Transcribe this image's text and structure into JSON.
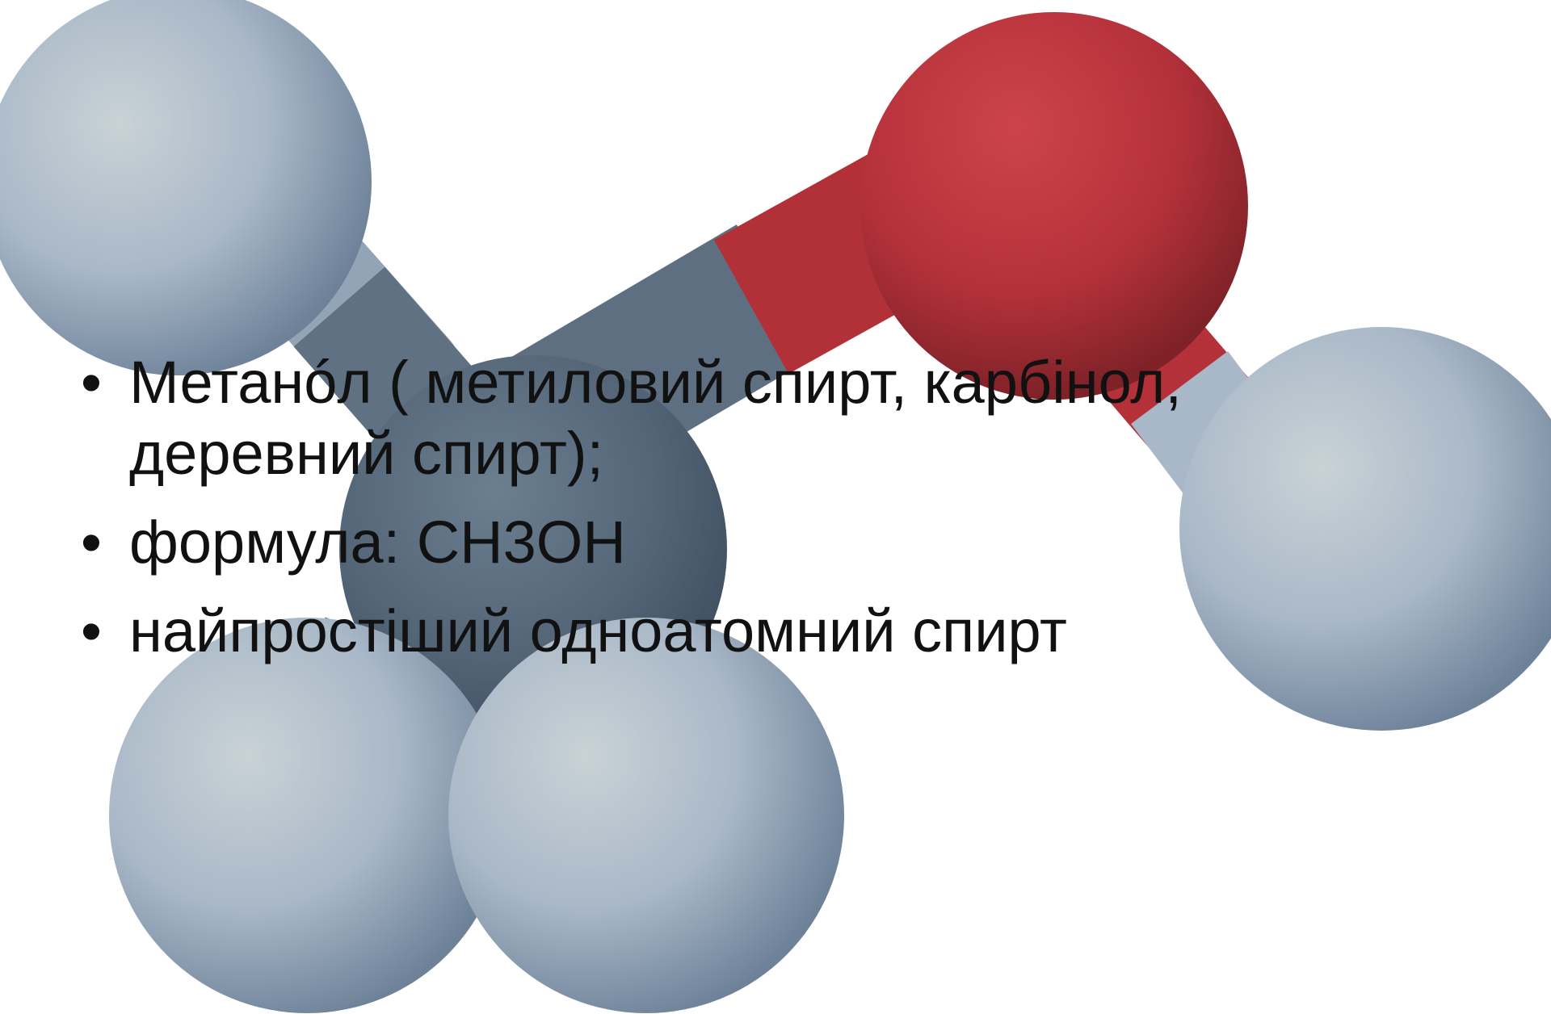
{
  "slide": {
    "bullet_symbol": "•",
    "bullets": [
      {
        "text": "Метанóл ( метиловий спирт, карбінол, деревний спирт);"
      },
      {
        "text": "формула: CH3OH"
      },
      {
        "text": " найпростіший одноатомний спирт"
      }
    ]
  },
  "molecule": {
    "atoms": [
      {
        "element": "H",
        "color": "#b9c7d6"
      },
      {
        "element": "C",
        "color": "#5d6f82"
      },
      {
        "element": "O",
        "color": "#c2353b"
      },
      {
        "element": "H",
        "color": "#b9c7d6"
      },
      {
        "element": "H",
        "color": "#b9c7d6"
      },
      {
        "element": "H",
        "color": "#b9c7d6"
      }
    ]
  }
}
